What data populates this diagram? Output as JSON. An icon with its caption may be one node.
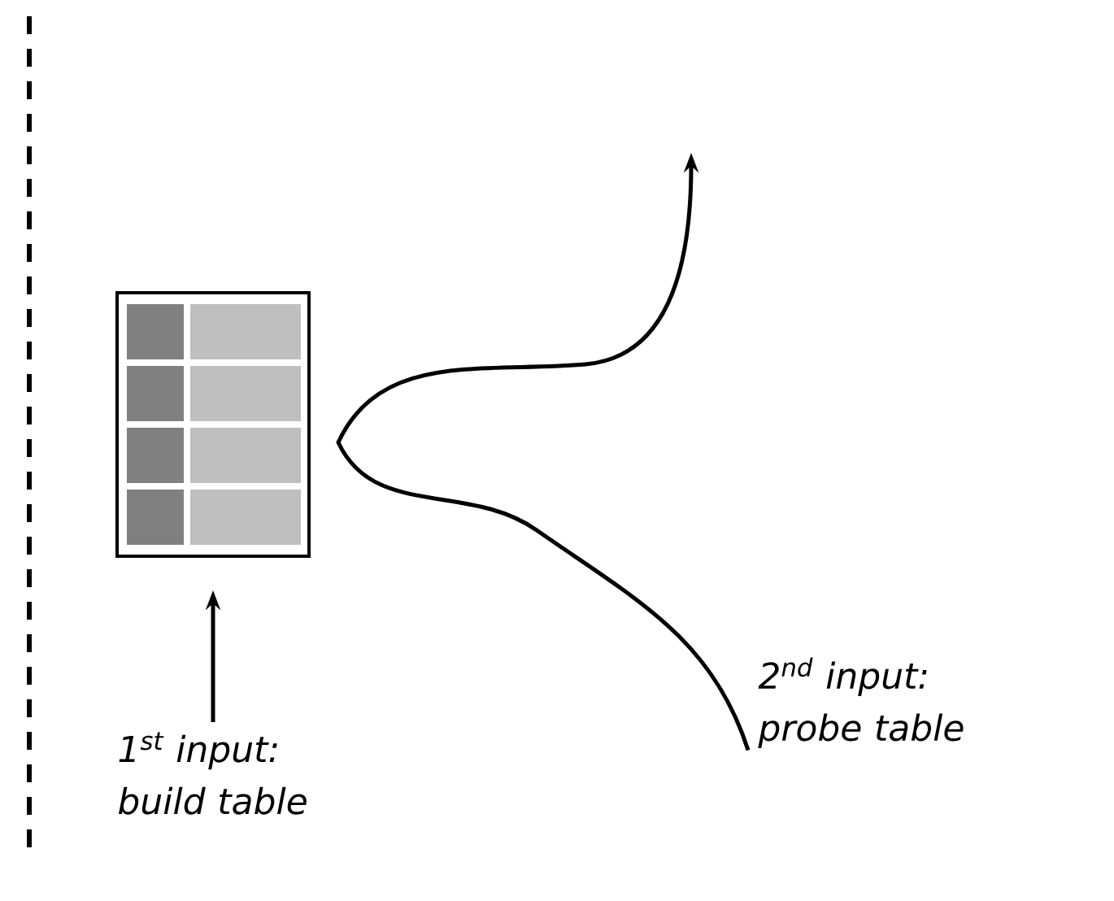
{
  "diagram": {
    "nodes": [
      {
        "text": [
          "1$^{st}$ input: build table"
        ]
      },
      {
        "text": [],
        "shape": "picture"
      },
      {
        "text": [
          "2$^{nd}$ input: probe table"
        ]
      }
    ],
    "edges": [
      {
        "from": 0,
        "to": 1,
        "arrow": "to"
      },
      {
        "from": 2,
        "to": null,
        "arrow": "to"
      }
    ]
  }
}
